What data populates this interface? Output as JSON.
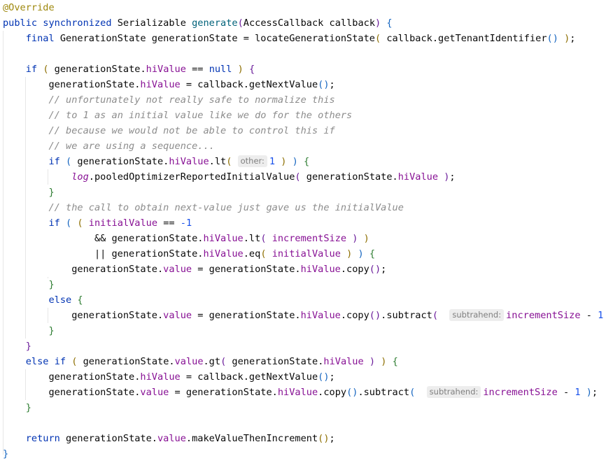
{
  "lines": [
    [
      {
        "t": "@Override",
        "c": "ann"
      }
    ],
    [
      {
        "t": "public",
        "c": "kw"
      },
      {
        "t": " "
      },
      {
        "t": "synchronized",
        "c": "kw"
      },
      {
        "t": " Serializable "
      },
      {
        "t": "generate",
        "c": "mdecl"
      },
      {
        "t": "(",
        "c": "br4"
      },
      {
        "t": "AccessCallback callback"
      },
      {
        "t": ")",
        "c": "br4"
      },
      {
        "t": " "
      },
      {
        "t": "{",
        "c": "br2"
      }
    ],
    [
      {
        "t": "    "
      },
      {
        "t": "final",
        "c": "kw"
      },
      {
        "t": " GenerationState generationState = locateGenerationState"
      },
      {
        "t": "(",
        "c": "br3"
      },
      {
        "t": " callback.getTenantIdentifier"
      },
      {
        "t": "()",
        "c": "br2"
      },
      {
        "t": " "
      },
      {
        "t": ")",
        "c": "br3"
      },
      {
        "t": ";"
      }
    ],
    [],
    [
      {
        "t": "    "
      },
      {
        "t": "if",
        "c": "kw"
      },
      {
        "t": " "
      },
      {
        "t": "(",
        "c": "br3"
      },
      {
        "t": " generationState."
      },
      {
        "t": "hiValue",
        "c": "fld"
      },
      {
        "t": " == "
      },
      {
        "t": "null",
        "c": "kw"
      },
      {
        "t": " "
      },
      {
        "t": ")",
        "c": "br3"
      },
      {
        "t": " "
      },
      {
        "t": "{",
        "c": "br4"
      }
    ],
    [
      {
        "t": "        generationState."
      },
      {
        "t": "hiValue",
        "c": "fld"
      },
      {
        "t": " = callback.getNextValue"
      },
      {
        "t": "()",
        "c": "br2"
      },
      {
        "t": ";"
      }
    ],
    [
      {
        "t": "        "
      },
      {
        "t": "// unfortunately not really safe to normalize this",
        "c": "cmt"
      }
    ],
    [
      {
        "t": "        "
      },
      {
        "t": "// to 1 as an initial value like we do for the others",
        "c": "cmt"
      }
    ],
    [
      {
        "t": "        "
      },
      {
        "t": "// because we would not be able to control this if",
        "c": "cmt"
      }
    ],
    [
      {
        "t": "        "
      },
      {
        "t": "// we are using a sequence...",
        "c": "cmt"
      }
    ],
    [
      {
        "t": "        "
      },
      {
        "t": "if",
        "c": "kw"
      },
      {
        "t": " "
      },
      {
        "t": "(",
        "c": "br2"
      },
      {
        "t": " generationState."
      },
      {
        "t": "hiValue",
        "c": "fld"
      },
      {
        "t": ".lt"
      },
      {
        "t": "(",
        "c": "br3"
      },
      {
        "t": " "
      },
      {
        "h": "other:"
      },
      {
        "t": "1",
        "c": "num"
      },
      {
        "t": " "
      },
      {
        "t": ")",
        "c": "br3"
      },
      {
        "t": " "
      },
      {
        "t": ")",
        "c": "br2"
      },
      {
        "t": " "
      },
      {
        "t": "{",
        "c": "br1"
      }
    ],
    [
      {
        "t": "            "
      },
      {
        "t": "log",
        "c": "stfld"
      },
      {
        "t": ".pooledOptimizerReportedInitialValue"
      },
      {
        "t": "(",
        "c": "br4"
      },
      {
        "t": " generationState."
      },
      {
        "t": "hiValue",
        "c": "fld"
      },
      {
        "t": " "
      },
      {
        "t": ")",
        "c": "br4"
      },
      {
        "t": ";"
      }
    ],
    [
      {
        "t": "        "
      },
      {
        "t": "}",
        "c": "br1"
      }
    ],
    [
      {
        "t": "        "
      },
      {
        "t": "// the call to obtain next-value just gave us the initialValue",
        "c": "cmt"
      }
    ],
    [
      {
        "t": "        "
      },
      {
        "t": "if",
        "c": "kw"
      },
      {
        "t": " "
      },
      {
        "t": "(",
        "c": "br2"
      },
      {
        "t": " "
      },
      {
        "t": "(",
        "c": "br3"
      },
      {
        "t": " "
      },
      {
        "t": "initialValue",
        "c": "param"
      },
      {
        "t": " == "
      },
      {
        "t": "-1",
        "c": "num"
      }
    ],
    [
      {
        "t": "                && generationState."
      },
      {
        "t": "hiValue",
        "c": "fld"
      },
      {
        "t": ".lt"
      },
      {
        "t": "(",
        "c": "br4"
      },
      {
        "t": " "
      },
      {
        "t": "incrementSize",
        "c": "param"
      },
      {
        "t": " "
      },
      {
        "t": ")",
        "c": "br4"
      },
      {
        "t": " "
      },
      {
        "t": ")",
        "c": "br3"
      }
    ],
    [
      {
        "t": "                || generationState."
      },
      {
        "t": "hiValue",
        "c": "fld"
      },
      {
        "t": ".eq"
      },
      {
        "t": "(",
        "c": "br3"
      },
      {
        "t": " "
      },
      {
        "t": "initialValue",
        "c": "param"
      },
      {
        "t": " "
      },
      {
        "t": ")",
        "c": "br3"
      },
      {
        "t": " "
      },
      {
        "t": ")",
        "c": "br2"
      },
      {
        "t": " "
      },
      {
        "t": "{",
        "c": "br1"
      }
    ],
    [
      {
        "t": "            generationState."
      },
      {
        "t": "value",
        "c": "fld"
      },
      {
        "t": " = generationState."
      },
      {
        "t": "hiValue",
        "c": "fld"
      },
      {
        "t": ".copy"
      },
      {
        "t": "()",
        "c": "br4"
      },
      {
        "t": ";"
      }
    ],
    [
      {
        "t": "        "
      },
      {
        "t": "}",
        "c": "br1"
      }
    ],
    [
      {
        "t": "        "
      },
      {
        "t": "else",
        "c": "kw"
      },
      {
        "t": " "
      },
      {
        "t": "{",
        "c": "br1"
      }
    ],
    [
      {
        "t": "            generationState."
      },
      {
        "t": "value",
        "c": "fld"
      },
      {
        "t": " = generationState."
      },
      {
        "t": "hiValue",
        "c": "fld"
      },
      {
        "t": ".copy"
      },
      {
        "t": "()",
        "c": "br4"
      },
      {
        "t": ".subtract"
      },
      {
        "t": "(",
        "c": "br4"
      },
      {
        "t": "  "
      },
      {
        "h": "subtrahend:"
      },
      {
        "t": "incrementSize",
        "c": "param"
      },
      {
        "t": " - "
      },
      {
        "t": "1",
        "c": "num"
      },
      {
        "t": " "
      },
      {
        "t": ")",
        "c": "br4"
      },
      {
        "t": ";"
      }
    ],
    [
      {
        "t": "        "
      },
      {
        "t": "}",
        "c": "br1"
      }
    ],
    [
      {
        "t": "    "
      },
      {
        "t": "}",
        "c": "br4"
      }
    ],
    [
      {
        "t": "    "
      },
      {
        "t": "else",
        "c": "kw"
      },
      {
        "t": " "
      },
      {
        "t": "if",
        "c": "kw"
      },
      {
        "t": " "
      },
      {
        "t": "(",
        "c": "br3"
      },
      {
        "t": " generationState."
      },
      {
        "t": "value",
        "c": "fld"
      },
      {
        "t": ".gt"
      },
      {
        "t": "(",
        "c": "br4"
      },
      {
        "t": " generationState."
      },
      {
        "t": "hiValue",
        "c": "fld"
      },
      {
        "t": " "
      },
      {
        "t": ")",
        "c": "br4"
      },
      {
        "t": " "
      },
      {
        "t": ")",
        "c": "br3"
      },
      {
        "t": " "
      },
      {
        "t": "{",
        "c": "br1"
      }
    ],
    [
      {
        "t": "        generationState."
      },
      {
        "t": "hiValue",
        "c": "fld"
      },
      {
        "t": " = callback.getNextValue"
      },
      {
        "t": "()",
        "c": "br2"
      },
      {
        "t": ";"
      }
    ],
    [
      {
        "t": "        generationState."
      },
      {
        "t": "value",
        "c": "fld"
      },
      {
        "t": " = generationState."
      },
      {
        "t": "hiValue",
        "c": "fld"
      },
      {
        "t": ".copy"
      },
      {
        "t": "()",
        "c": "br2"
      },
      {
        "t": ".subtract"
      },
      {
        "t": "(",
        "c": "br2"
      },
      {
        "t": "  "
      },
      {
        "h": "subtrahend:"
      },
      {
        "t": "incrementSize",
        "c": "param"
      },
      {
        "t": " - "
      },
      {
        "t": "1",
        "c": "num"
      },
      {
        "t": " "
      },
      {
        "t": ")",
        "c": "br2"
      },
      {
        "t": ";"
      }
    ],
    [
      {
        "t": "    "
      },
      {
        "t": "}",
        "c": "br1"
      }
    ],
    [],
    [
      {
        "t": "    "
      },
      {
        "t": "return",
        "c": "kw"
      },
      {
        "t": " generationState."
      },
      {
        "t": "value",
        "c": "fld"
      },
      {
        "t": ".makeValueThenIncrement"
      },
      {
        "t": "()",
        "c": "br3"
      },
      {
        "t": ";"
      }
    ],
    [
      {
        "t": "}",
        "c": "br2"
      }
    ]
  ]
}
